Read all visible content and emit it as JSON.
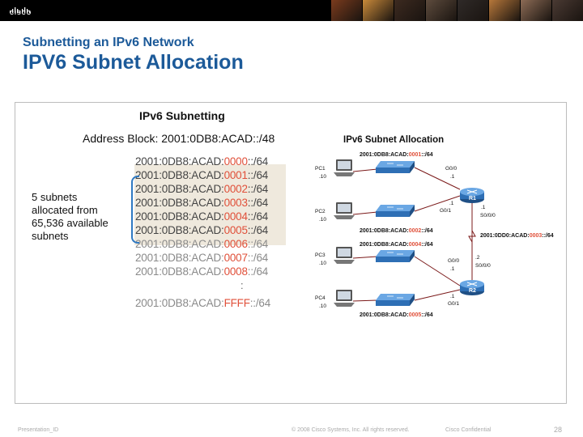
{
  "header": {
    "brand": "CISCO",
    "photo_colors": [
      "#7a3b1d",
      "#c98a3a",
      "#3c2a20",
      "#5d4b3d",
      "#2f2a28",
      "#b6773a",
      "#8c6b55",
      "#4a3a33"
    ]
  },
  "slide": {
    "subtitle": "Subnetting an IPv6 Network",
    "title": "IPV6 Subnet Allocation"
  },
  "left": {
    "heading": "IPv6 Subnetting",
    "address_block_label": "Address Block: 2001:0DB8:ACAD::/48",
    "subnets": [
      {
        "prefix": "2001:0DB8:ACAD:",
        "id": "0000",
        "suffix": "::/64"
      },
      {
        "prefix": "2001:0DB8:ACAD:",
        "id": "0001",
        "suffix": "::/64"
      },
      {
        "prefix": "2001:0DB8:ACAD:",
        "id": "0002",
        "suffix": "::/64"
      },
      {
        "prefix": "2001:0DB8:ACAD:",
        "id": "0003",
        "suffix": "::/64"
      },
      {
        "prefix": "2001:0DB8:ACAD:",
        "id": "0004",
        "suffix": "::/64"
      },
      {
        "prefix": "2001:0DB8:ACAD:",
        "id": "0005",
        "suffix": "::/64"
      },
      {
        "prefix": "2001:0DB8:ACAD:",
        "id": "0006",
        "suffix": "::/64"
      },
      {
        "prefix": "2001:0DB8:ACAD:",
        "id": "0007",
        "suffix": "::/64"
      },
      {
        "prefix": "2001:0DB8:ACAD:",
        "id": "0008",
        "suffix": "::/64"
      }
    ],
    "ellipsis": ":",
    "last_subnet": {
      "prefix": "2001:0DB8:ACAD:",
      "id": "FFFF",
      "suffix": "::/64"
    },
    "allocation_note": [
      "5 subnets",
      "allocated from",
      "65,536 available",
      "subnets"
    ]
  },
  "diagram": {
    "heading": "IPv6 Subnet Allocation",
    "subnet_labels": [
      {
        "prefix": "2001:0DB8:ACAD:",
        "id": "0001",
        "suffix": "::/64"
      },
      {
        "prefix": "2001:0DB8:ACAD:",
        "id": "0002",
        "suffix": "::/64"
      },
      {
        "prefix": "2001:0DB8:ACAD:",
        "id": "0004",
        "suffix": "::/64"
      },
      {
        "prefix": "2001:0DB8:ACAD:",
        "id": "0005",
        "suffix": "::/64"
      }
    ],
    "serial_subnet": {
      "prefix": "2001:0DD0:ACAD:",
      "id": "0003",
      "suffix": "::/64"
    },
    "pcs": [
      {
        "name": "PC1",
        "host": ".10"
      },
      {
        "name": "PC2",
        "host": ".10"
      },
      {
        "name": "PC3",
        "host": ".10"
      },
      {
        "name": "PC4",
        "host": ".10"
      }
    ],
    "routers": [
      "R1",
      "R2"
    ],
    "interfaces": {
      "r1_g00": "G0/0",
      "r1_g00_host": ".1",
      "r1_g01": "G0/1",
      "r1_g01_host": ".1",
      "r1_s000_host": ".1",
      "r1_s000": "S0/0/0",
      "r2_s000_host": ".2",
      "r2_s000": "S0/0/0",
      "r2_g00": "G0/0",
      "r2_g00_host": ".1",
      "r2_g01_host": ".1",
      "r2_g01": "G0/1"
    }
  },
  "footer": {
    "presentation": "Presentation_ID",
    "copyright": "© 2008 Cisco Systems, Inc. All rights reserved.",
    "confidential": "Cisco Confidential",
    "page": "28"
  },
  "colors": {
    "title": "#1c5a99",
    "highlight": "#e0503a",
    "bracket": "#2f79c2",
    "router": "#2e6fb5",
    "switch": "#4a8fd6",
    "link": "#7b1a1a"
  }
}
